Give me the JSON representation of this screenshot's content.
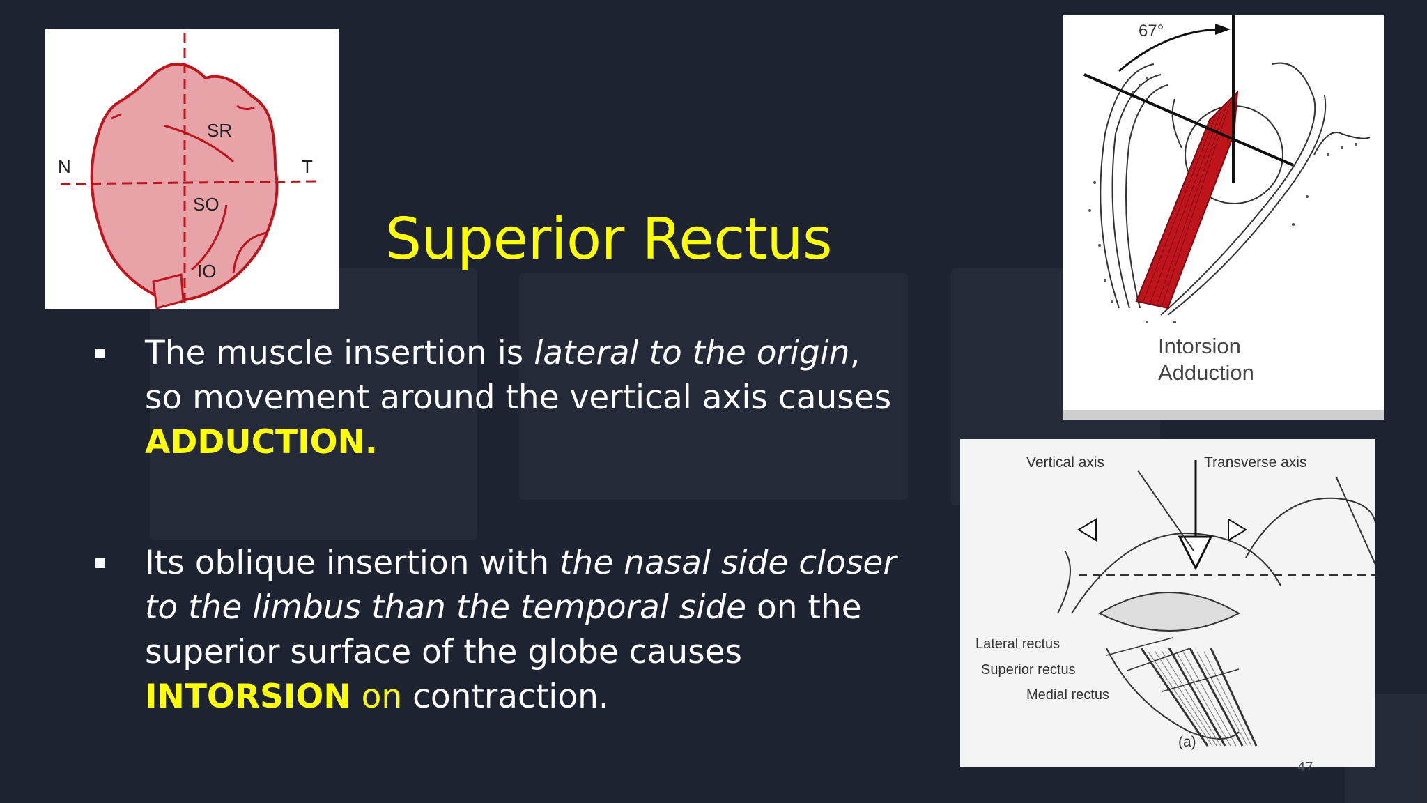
{
  "slide": {
    "title": "Superior Rectus",
    "bullet1": {
      "l1_a": "The muscle insertion is ",
      "l1_b": "lateral to the origin",
      "l1_c": ",",
      "l2": "so movement around the vertical axis causes",
      "l3": "ADDUCTION."
    },
    "bullet2": {
      "l1_a": "Its oblique insertion with ",
      "l1_b": "the nasal side closer",
      "l2_a": "to the limbus than the temporal side",
      "l2_b": " on the",
      "l3": "superior surface of the globe causes",
      "l4_a": "INTORSION",
      "l4_b": " on",
      "l4_c": " contraction."
    },
    "slide_number": "47"
  },
  "figure1": {
    "label_n": "N",
    "label_t": "T",
    "label_sr": "SR",
    "label_so": "SO",
    "label_io": "IO"
  },
  "figure2": {
    "angle": "67°",
    "caption_1": "Intorsion",
    "caption_2": "Adduction"
  },
  "figure3": {
    "vertical_axis": "Vertical axis",
    "transverse_axis": "Transverse axis",
    "lateral_rectus": "Lateral rectus",
    "superior_rectus": "Superior rectus",
    "medial_rectus": "Medial rectus",
    "panel": "(a)"
  },
  "colors": {
    "background": "#1e2331",
    "accent": "#ffff00",
    "text": "#ffffff",
    "muscle": "#c0141c",
    "globe": "#e8a3a8"
  }
}
